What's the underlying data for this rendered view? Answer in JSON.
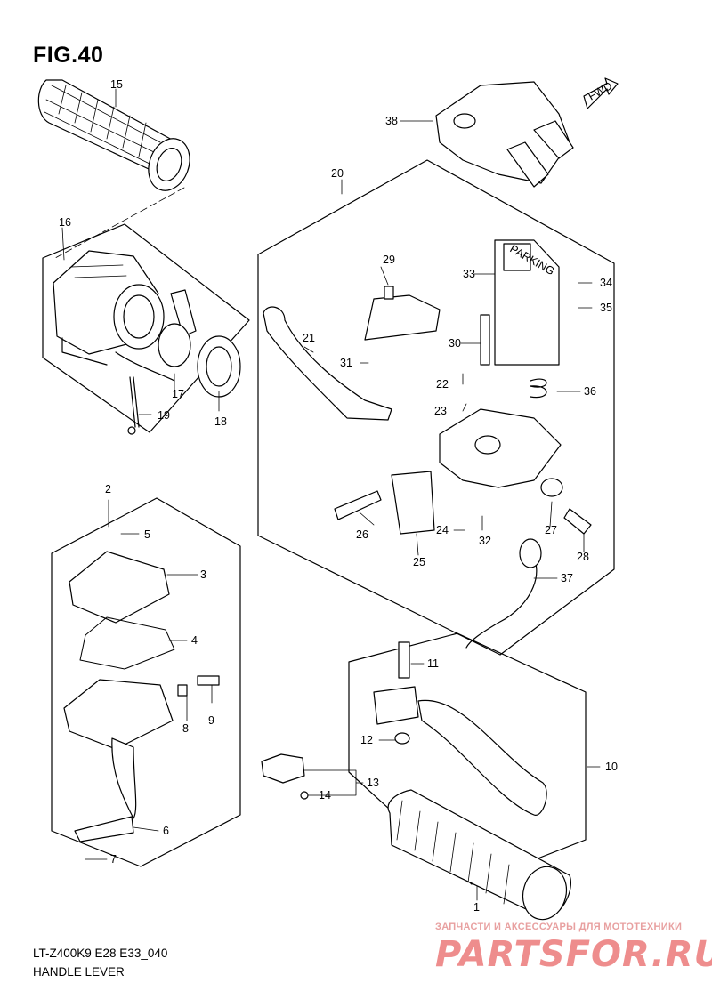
{
  "header": {
    "figure": "FIG.40"
  },
  "fwd_label": "FWD",
  "parts": {
    "p1": "1",
    "p2": "2",
    "p3": "3",
    "p4": "4",
    "p5": "5",
    "p6": "6",
    "p7": "7",
    "p8": "8",
    "p9": "9",
    "p10": "10",
    "p11": "11",
    "p12": "12",
    "p13": "13",
    "p14": "14",
    "p15": "15",
    "p16": "16",
    "p17": "17",
    "p18": "18",
    "p19": "19",
    "p20": "20",
    "p21": "21",
    "p22": "22",
    "p23": "23",
    "p24": "24",
    "p25": "25",
    "p26": "26",
    "p27": "27",
    "p28": "28",
    "p29": "29",
    "p30": "30",
    "p31": "31",
    "p32": "32",
    "p33": "33",
    "p34": "34",
    "p35": "35",
    "p36": "36",
    "p37": "37",
    "p38": "38"
  },
  "parking_label": "PARKING",
  "footer": {
    "model": "LT-Z400K9 E28 E33_040",
    "title": "HANDLE LEVER"
  },
  "watermark": {
    "tagline": "ЗАПЧАСТИ И АКСЕССУАРЫ ДЛЯ МОТОТЕХНИКИ",
    "brand": "PARTSFOR.RU"
  },
  "colors": {
    "line": "#000000",
    "watermark": "#ee8d8d"
  }
}
